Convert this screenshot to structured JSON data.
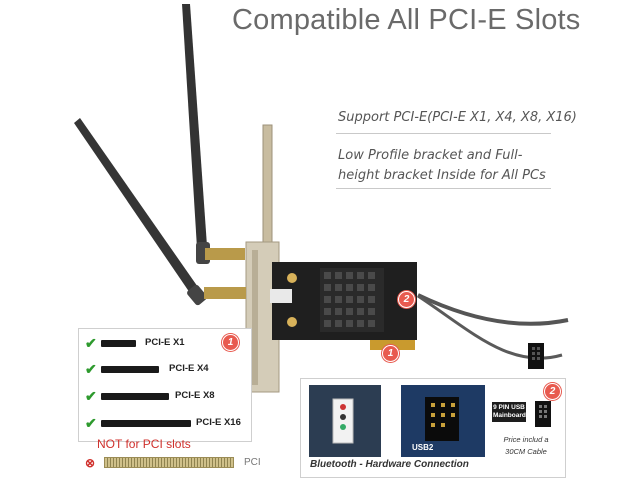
{
  "title": "Compatible All PCI-E Slots",
  "features": [
    "Support PCI-E(PCI-E X1, X4, X8, X16)",
    "Low Profile bracket and Full-height bracket Inside for All PCs"
  ],
  "slots": {
    "badge": "1",
    "items": [
      {
        "label": "PCI-E X1"
      },
      {
        "label": "PCI-E X4"
      },
      {
        "label": "PCI-E X8"
      },
      {
        "label": "PCI-E X16"
      }
    ],
    "not_for": "NOT for PCI slots",
    "pci_label": "PCI"
  },
  "card_badges": {
    "bracket_badge": "2",
    "edge_badge": "1"
  },
  "connection": {
    "badge": "2",
    "caption": "Bluetooth - Hardware Connection",
    "usb_label": "USB2",
    "pin_label": "9 PIN USB Mainboard",
    "price_note": "Price includ a 30CM Cable"
  },
  "colors": {
    "title": "#6a6a6a",
    "badge": "#e85a4f",
    "check": "#2e9a2e",
    "warning": "#d0312d",
    "pcb": "#1f1f1f",
    "heatsink": "#2a2a2a",
    "bracket": "#c9c1a8"
  },
  "icons": [
    "check-icon",
    "cross-icon",
    "antenna-icon",
    "heatsink-icon",
    "cable-icon"
  ]
}
